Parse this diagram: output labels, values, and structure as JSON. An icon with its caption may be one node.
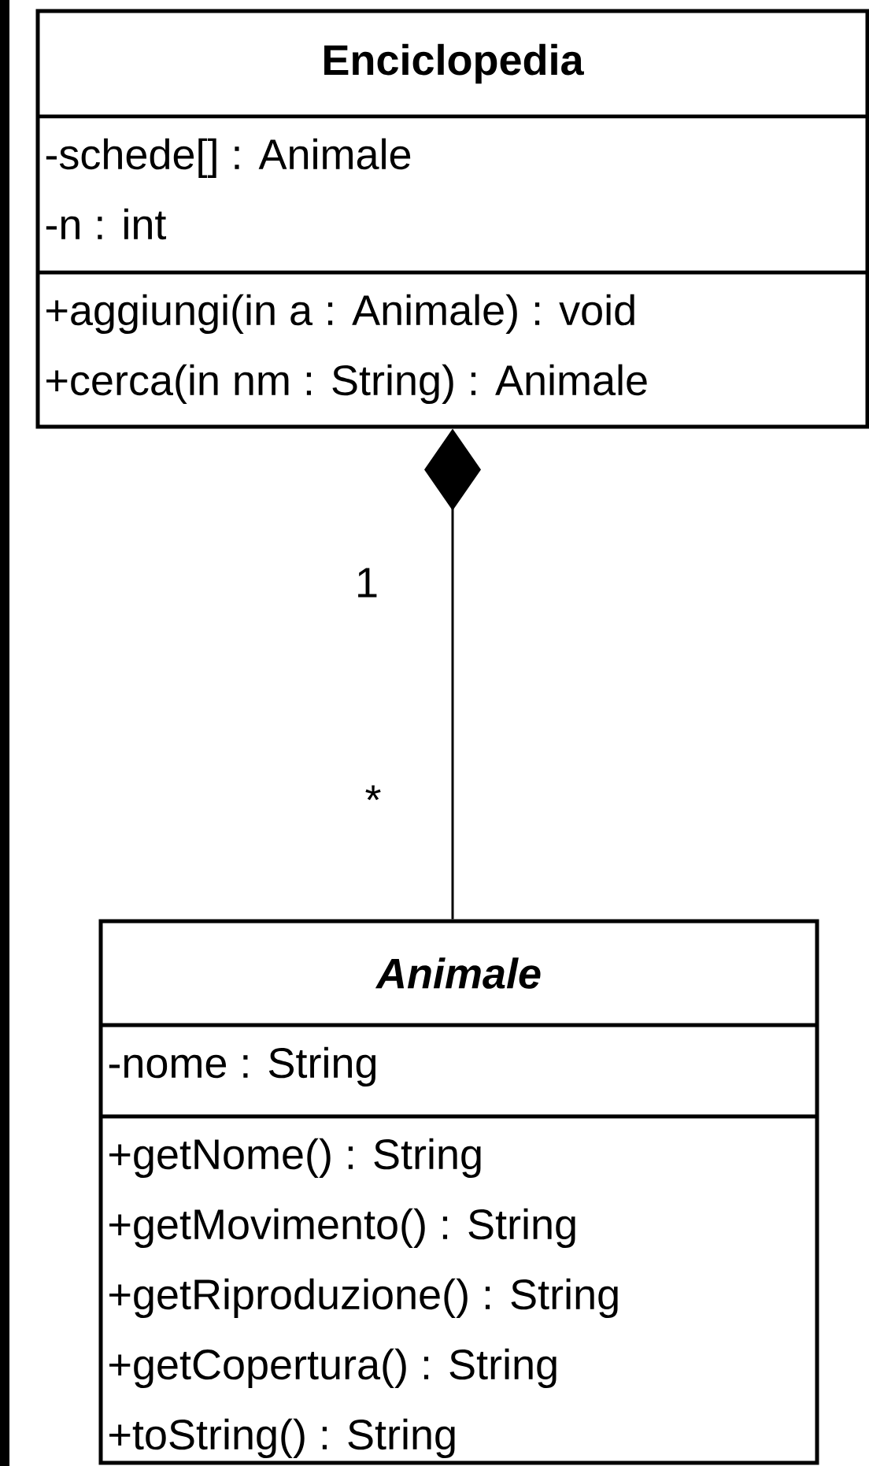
{
  "diagram": {
    "nodes": [
      {
        "text": [
          "Enciclopedia",
          "-schede[] : Animale",
          "-n : int",
          "+aggiungi(in a : Animale) : void",
          "+cerca(in nm : String) : Animale"
        ]
      },
      {
        "text": [
          "Animale",
          "-nome : String",
          "+getNome() : String",
          "+getMovimento() : String",
          "+getRiproduzione() : String",
          "+getCopertura() : String",
          "+toString() : String"
        ]
      }
    ],
    "edges": [
      {
        "from": 0,
        "to": 1,
        "arrow": "other"
      }
    ],
    "labels": [
      "1",
      "*"
    ]
  }
}
